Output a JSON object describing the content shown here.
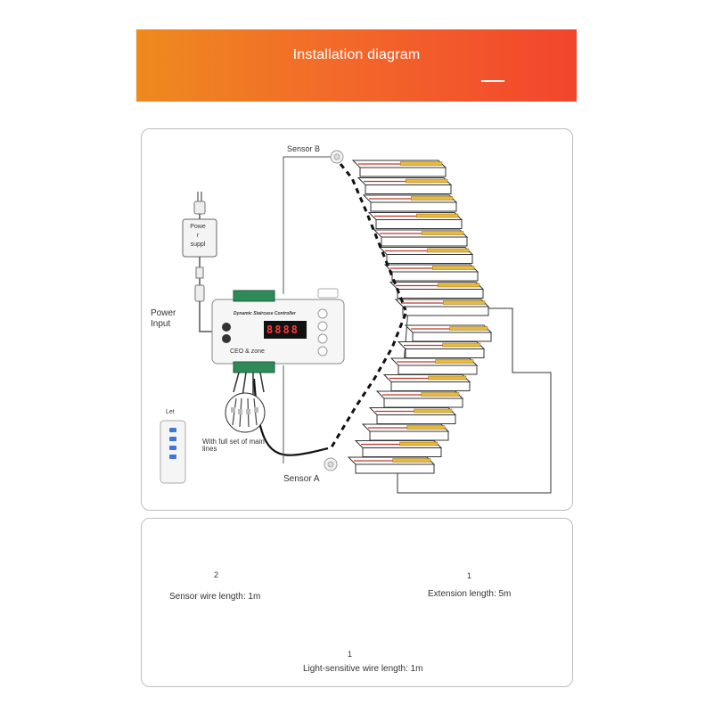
{
  "header": {
    "title": "Installation diagram"
  },
  "diagram": {
    "sensor_b": "Sensor B",
    "sensor_a": "Sensor A",
    "power_input_line1": "Power",
    "power_input_line2": "Input",
    "psu_text": [
      "Powe",
      "r",
      "suppl"
    ],
    "controller_title": "Dynamic Staircase Controller",
    "controller_brand": "CEO & zone",
    "controller_display": "8888",
    "remote_label": "Let",
    "main_lines_line1": "With full set of main",
    "main_lines_line2": "lines"
  },
  "accessories": [
    {
      "qty": "2",
      "caption": "Sensor wire length: 1m"
    },
    {
      "qty": "1",
      "caption": "Extension length: 5m"
    },
    {
      "qty": "1",
      "caption": "Light-sensitive wire length: 1m"
    }
  ],
  "colors": {
    "banner_start": "#ee8a1e",
    "banner_end": "#f2452c",
    "led": "#e8b93a",
    "wire": "#111111",
    "cable": "#c0392b"
  }
}
